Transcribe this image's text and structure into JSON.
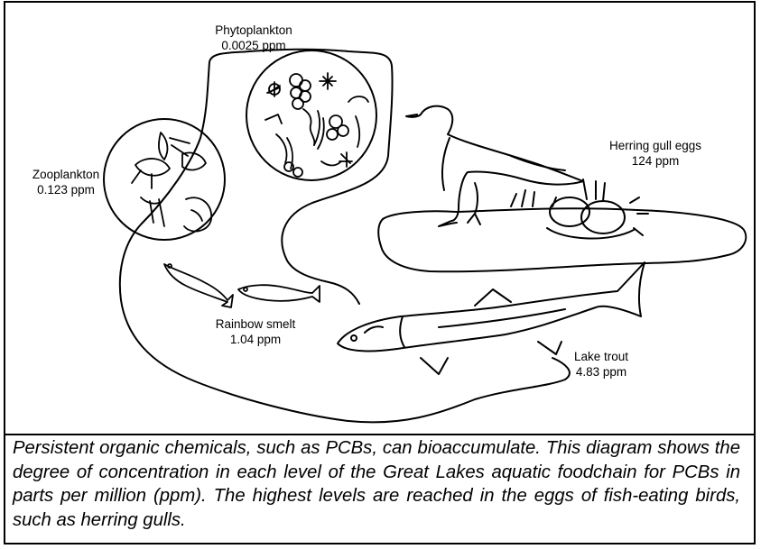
{
  "organisms": [
    {
      "id": "phytoplankton",
      "name": "Phytoplankton",
      "value": "0.0025 ppm"
    },
    {
      "id": "zooplankton",
      "name": "Zooplankton",
      "value": "0.123 ppm"
    },
    {
      "id": "herring-gull-eggs",
      "name": "Herring gull eggs",
      "value": "124 ppm"
    },
    {
      "id": "rainbow-smelt",
      "name": "Rainbow smelt",
      "value": "1.04 ppm"
    },
    {
      "id": "lake-trout",
      "name": "Lake trout",
      "value": "4.83 ppm"
    }
  ],
  "caption": "Persistent organic chemicals, such as PCBs, can bioaccumulate. This diagram shows the degree of concentration in each level of the Great Lakes aquatic foodchain for PCBs in parts per million (ppm). The highest levels are reached in the eggs of fish-eating birds, such as herring gulls."
}
